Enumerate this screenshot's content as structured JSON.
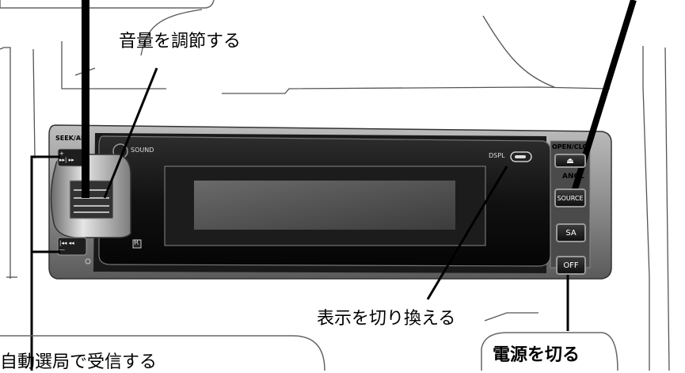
{
  "callouts": {
    "volume": "音量を調節する",
    "seek": "自動選局で受信する",
    "display": "表示を切り換える",
    "power_off": "電源を切る"
  },
  "unit": {
    "seek_label": "SEEK/ALI",
    "sound_label": "SOUND",
    "dspl_label": "DSPL",
    "open_close_label": "OPEN/CLO",
    "angle_label": "ANGL",
    "eject_symbol": "⏏",
    "source_button": "SOURCE",
    "sa_button": "SA",
    "off_button": "OFF",
    "seek_up": "+\n▸▸| ▸▸",
    "seek_down": "|◂◂ ◂◂\n—",
    "remote_sensor": "R"
  }
}
